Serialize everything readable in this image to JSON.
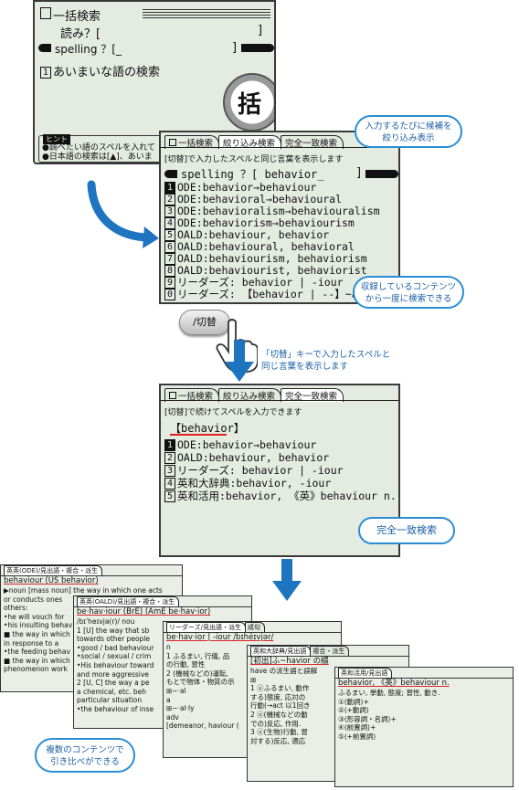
{
  "screen1": {
    "title": "一括検索",
    "yomi_label": "読み？[",
    "yomi_end": "]",
    "spelling_label": "spelling ？[_",
    "spelling_end": "]",
    "hint_item": "あいまいな語の検索",
    "hint_item_num": "1",
    "hint_label": "ヒント",
    "hint_lines": [
      "●調べたい語のスペルを入れて",
      "●日本語の検索は[▲]、あいま"
    ],
    "logo_char": "括"
  },
  "screen2": {
    "tabs": [
      "一括検索",
      "絞り込み検索",
      "完全一致検索"
    ],
    "info": "[切替]で入力したスペルと同じ言葉を表示します",
    "spelling_label": "spelling ？[ behavior_",
    "spelling_end": "]",
    "results": [
      {
        "num": "1",
        "text": "ODE:behavior→behaviour"
      },
      {
        "num": "2",
        "text": "ODE:behavioral→behavioural"
      },
      {
        "num": "3",
        "text": "ODE:behavioralism→behaviouralism"
      },
      {
        "num": "4",
        "text": "ODE:behaviorism→behaviourism"
      },
      {
        "num": "5",
        "text": "OALD:behaviour, behavior"
      },
      {
        "num": "6",
        "text": "OALD:behavioural, behavioral"
      },
      {
        "num": "7",
        "text": "OALD:behaviourism, behaviorism"
      },
      {
        "num": "8",
        "text": "OALD:behaviourist, behaviorist"
      },
      {
        "num": "9",
        "text": "リーダーズ:  behavior | -iour"
      },
      {
        "num": "0",
        "text": "リーダーズ:  【behavior | --】~al"
      }
    ]
  },
  "callouts": {
    "candidates": "入力するたびに候補を\n絞り込み表示",
    "contents": "収録しているコンテンツ\nから一度に検索できる",
    "switch_key": "「切替」キーで入力したスペルと\n同じ言葉を表示します",
    "exact": "完全一致検索",
    "compare": "複数のコンテンツで\n引き比べができる"
  },
  "key": {
    "label": "/切替"
  },
  "screen3": {
    "tabs": [
      "一括検索",
      "絞り込み検索",
      "完全一致検索"
    ],
    "info": "[切替]で続けてスペルを入力できます",
    "query": "【behavior】",
    "results": [
      {
        "num": "1",
        "text": "ODE:behavior→behaviour"
      },
      {
        "num": "2",
        "text": "OALD:behaviour, behavior"
      },
      {
        "num": "3",
        "text": "リーダーズ:   behavior | -iour"
      },
      {
        "num": "4",
        "text": "英和大辞典:behavior, -iour"
      },
      {
        "num": "5",
        "text": "英和活用:behavior, 《英》behaviour n."
      }
    ]
  },
  "detail_screens": [
    {
      "header": [
        "英英(ODE)/見出語・複合・派生"
      ],
      "lines": [
        "behaviour (US behavior)",
        "▶noun [mass noun] the way in which one acts",
        "   or conducts ones",
        "   others:",
        "  •he will vouch for",
        "  •his insulting behav",
        "■ the way in which",
        "   in response to a",
        "  •the feeding behav",
        "■ the way in which",
        "   phenomenon work"
      ]
    },
    {
      "header": [
        "英英(OALD)/見出語・複合・派生"
      ],
      "lines": [
        "be·hav·iour (BrE) (AmE be·hav·ior)",
        "   /bɪˈheɪvjə(r)/   nou",
        "1 [U] the way that sb",
        "   towards other people",
        "  •good / bad behaviour",
        "  •social / sexual / crim",
        "  •His behaviour toward",
        "   and more aggressive",
        "2 [U, C] the way a pe",
        "   a chemical, etc. beh",
        "   particular situation",
        "  •the behaviour of inse"
      ]
    },
    {
      "header": [
        "リーダーズ/見出語・派生",
        "成句"
      ],
      "lines": [
        "be·hav·ior | -iour /bɪhéɪvjər/",
        "  n",
        "1 ふるまい, 行儀, 品",
        "   の行動, 習性",
        "2 (機械などの)運転,",
        "   もとで物体・物質の示",
        "",
        "⊞~·al",
        "   a",
        "⊞~·al·ly",
        "   adv",
        "   [demeanor, haviour ("
      ]
    },
    {
      "header": [
        "英和大辞典/見出語",
        "複合・派生"
      ],
      "lines": [
        "[初出]ふ~havior の綴",
        "have の派生語と誤解",
        "⊞",
        "1 ⓤふるまい, 動作",
        "   する)態度, 応対の",
        "   行動(→act 以1回き",
        "2 ⓤ(機械などの動",
        "   での)反応, 作用.",
        "3 ⓤ(生物)行動, 習",
        "   対する)反応, 適応"
      ]
    },
    {
      "header": [
        "英和活用/見出語"
      ],
      "lines": [
        "behavior, 《英》behaviour n.",
        "   ふるまい, 挙動, 態度; 習性, 動き.",
        "①⟨動詞⟩+",
        "②⟨+動詞⟩",
        "③⟨形容詞・名詞⟩+",
        "④⟨前置詞⟩+",
        "⑤⟨+前置詞⟩"
      ]
    }
  ]
}
